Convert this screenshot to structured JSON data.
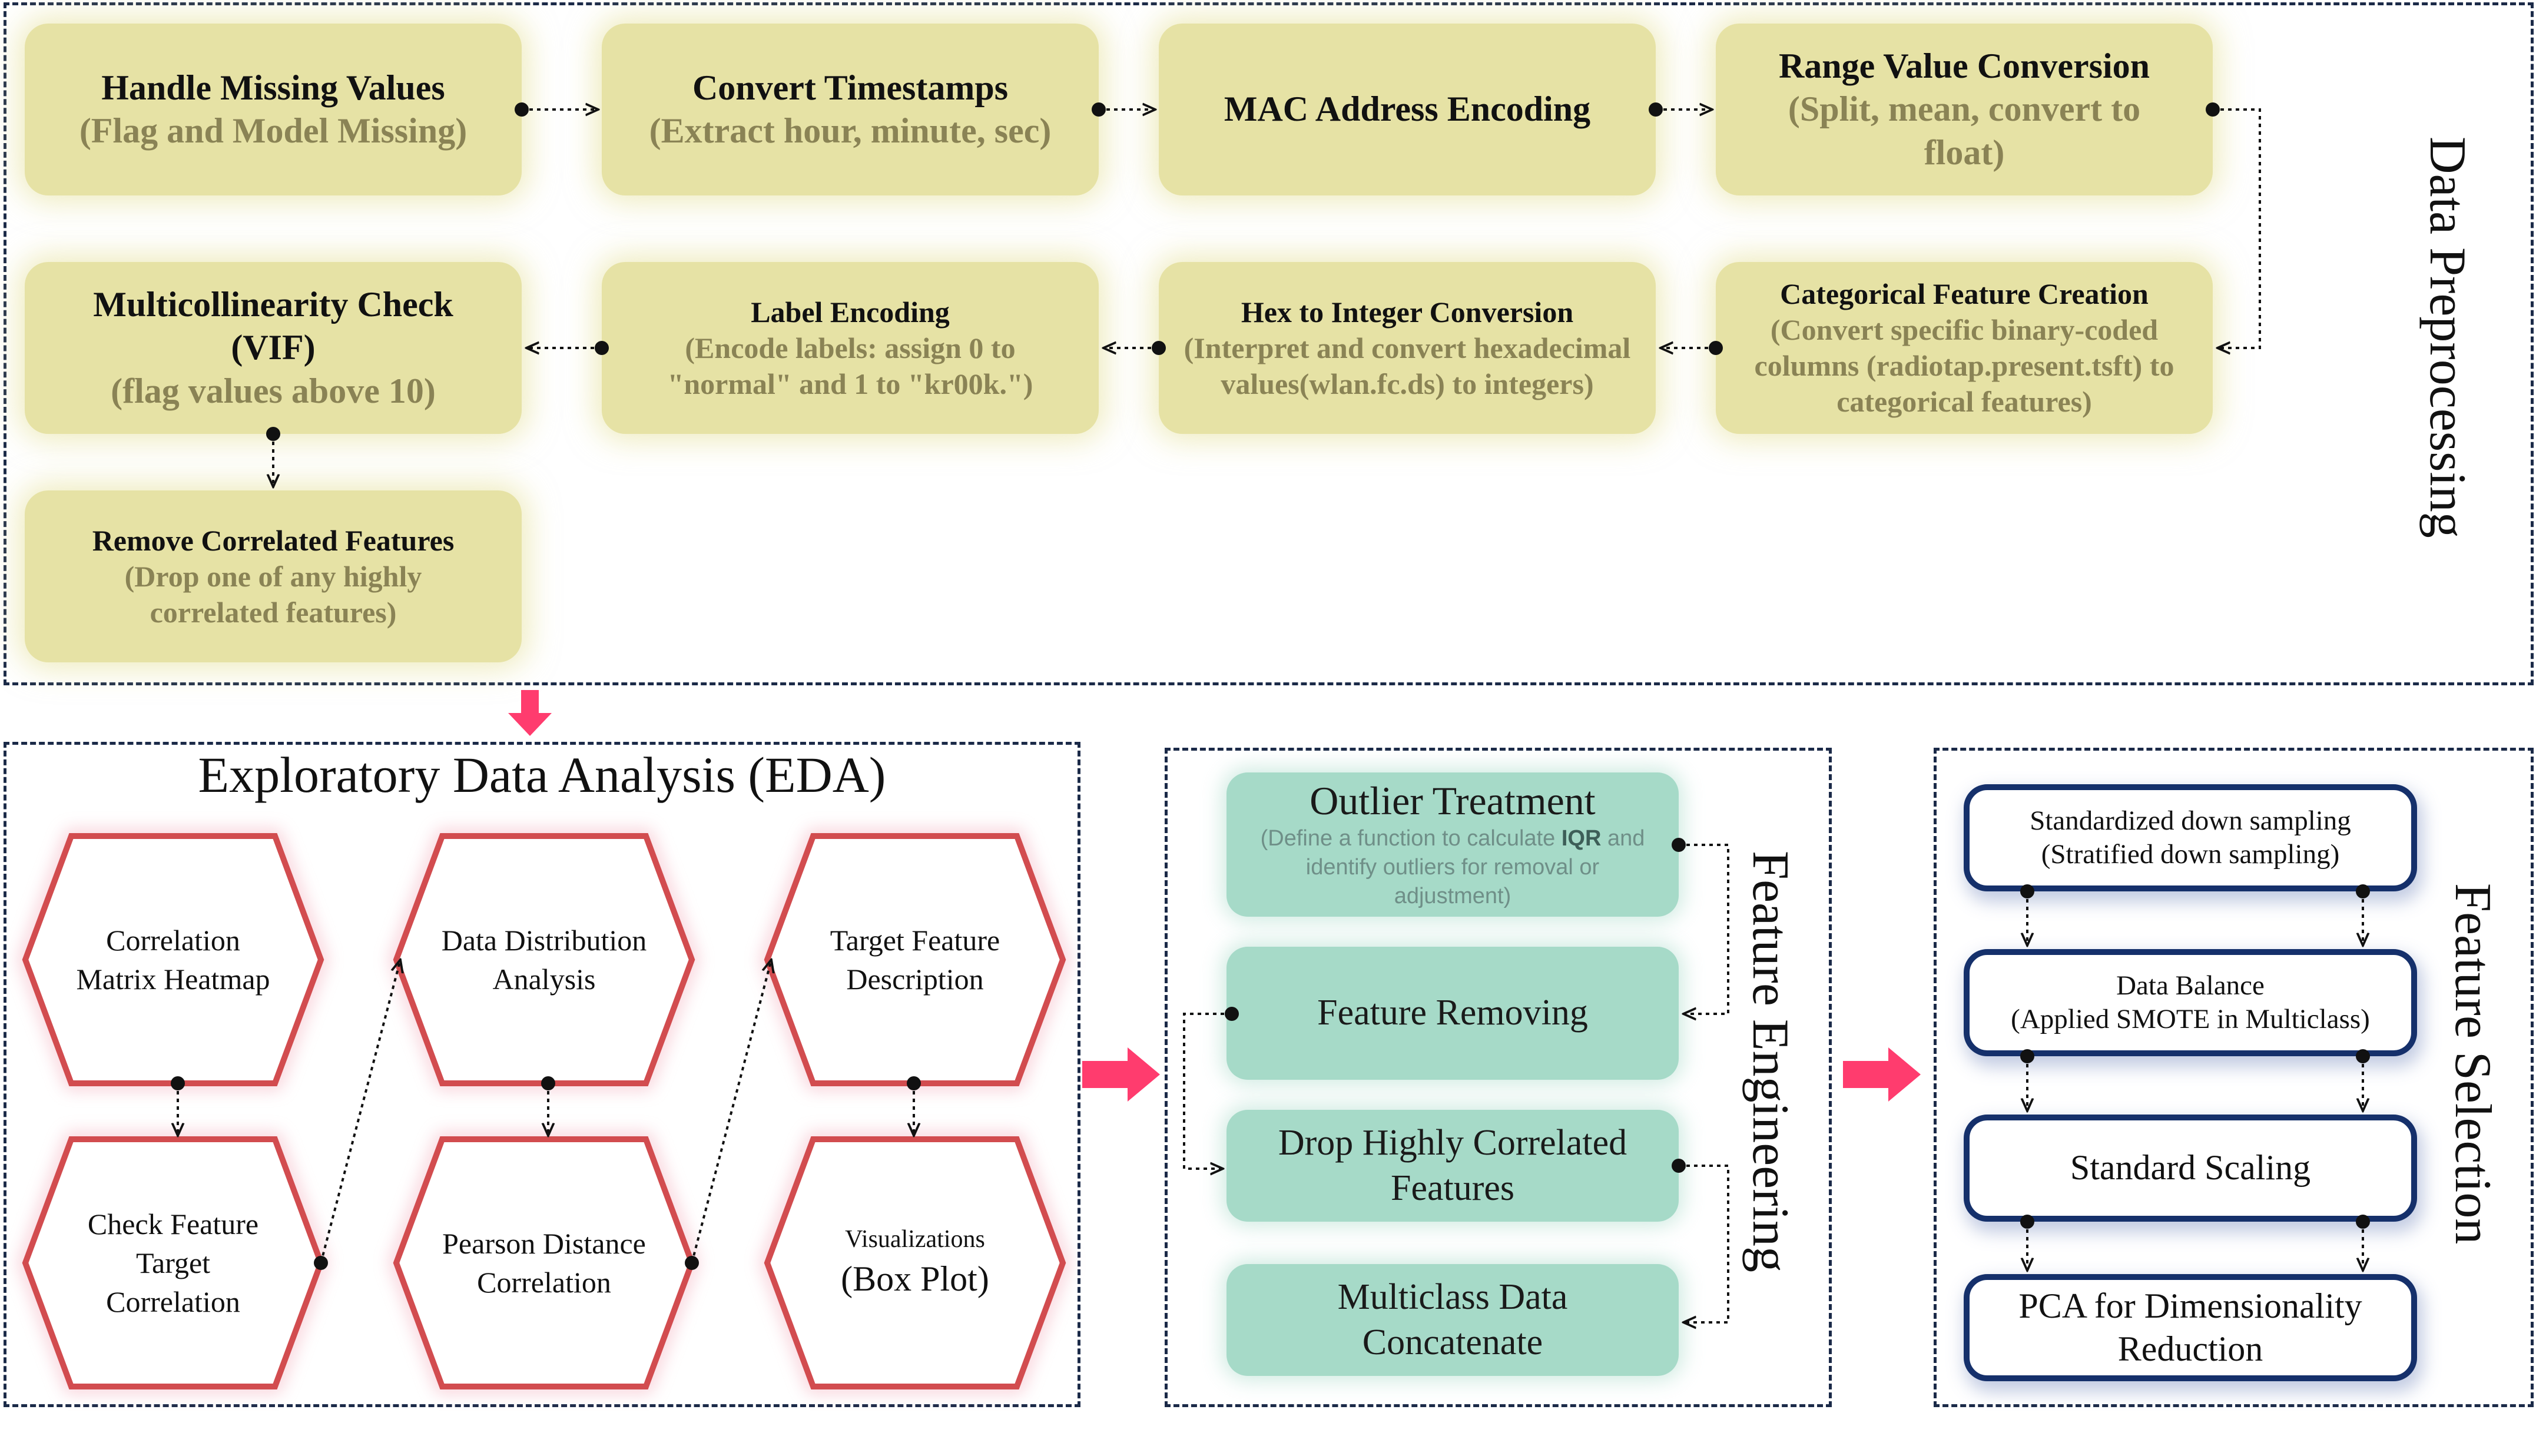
{
  "preprocessing": {
    "title": "Data Preprocessing",
    "steps": [
      {
        "title": "Handle Missing Values",
        "subtitle": "(Flag and Model Missing)"
      },
      {
        "title": "Convert Timestamps",
        "subtitle": "(Extract hour, minute, sec)"
      },
      {
        "title": "MAC Address Encoding",
        "subtitle": ""
      },
      {
        "title": "Range Value Conversion",
        "subtitle": "(Split, mean, convert to float)"
      },
      {
        "title": "Categorical Feature Creation",
        "subtitle": "(Convert specific binary-coded columns (radiotap.present.tsft) to categorical features)"
      },
      {
        "title": "Hex to Integer Conversion",
        "subtitle": "(Interpret and convert hexadecimal values(wlan.fc.ds) to integers)"
      },
      {
        "title": "Label Encoding",
        "subtitle": "(Encode labels: assign 0 to \"normal\" and 1 to \"kr00k.\")"
      },
      {
        "title": "Multicollinearity Check (VIF)",
        "subtitle": "(flag values above 10)"
      },
      {
        "title": "Remove Correlated Features",
        "subtitle": "(Drop one of any highly correlated features)"
      }
    ]
  },
  "eda": {
    "title": "Exploratory Data Analysis (EDA)",
    "nodes": [
      {
        "label": "Correlation Matrix Heatmap"
      },
      {
        "label": "Check Feature Target Correlation"
      },
      {
        "label": "Data Distribution Analysis"
      },
      {
        "label": "Pearson Distance Correlation"
      },
      {
        "label": "Target Feature Description"
      },
      {
        "label": "Visualizations",
        "sublabel": "(Box Plot)"
      }
    ]
  },
  "feature_engineering": {
    "title": "Feature Engineering",
    "steps": [
      {
        "title": "Outlier Treatment",
        "desc_before": "(Define a function to calculate ",
        "desc_bold": "IQR",
        "desc_after": " and identify outliers for removal or adjustment)"
      },
      {
        "title": "Feature Removing"
      },
      {
        "title": "Drop Highly Correlated Features"
      },
      {
        "title": "Multiclass Data Concatenate"
      }
    ]
  },
  "feature_selection": {
    "title": "Feature Selection",
    "steps": [
      {
        "title": "Standardized down sampling",
        "subtitle": "(Stratified down sampling)"
      },
      {
        "title": "Data Balance",
        "subtitle": "(Applied SMOTE in Multiclass)"
      },
      {
        "title": "Standard Scaling",
        "subtitle": ""
      },
      {
        "title": "PCA for Dimensionality Reduction",
        "subtitle": ""
      }
    ]
  },
  "colors": {
    "yellow_box": "#e6e2a5",
    "green_box": "#a6dac8",
    "blue_border": "#15306b",
    "hexagon_border": "#d24c4f",
    "flow_arrow": "#ff3c6e",
    "panel_border": "#1b2a48"
  }
}
